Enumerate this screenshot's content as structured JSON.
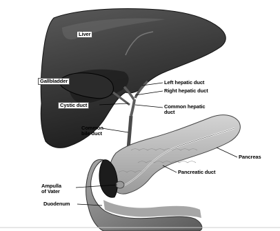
{
  "diagram": {
    "labels": {
      "liver": "Liver",
      "gallbladder": "Gallbladder",
      "left_hepatic_duct": "Left hepatic duct",
      "right_hepatic_duct": "Right hepatic duct",
      "cystic_duct": "Cystic duct",
      "common_hepatic_duct": "Common hepatic\nduct",
      "common_bile_duct": "Common\nbile duct",
      "pancreas": "Pancreas",
      "ampulla_of_vater": "Ampulla\nof Vater",
      "pancreatic_duct": "Pancreatic duct",
      "duodenum": "Duodenum"
    },
    "colors": {
      "liver_fill": "#3a3a3a",
      "liver_shade": "#1a1a1a",
      "gallbladder_fill": "#2b2b2b",
      "pancreas_fill": "#b8b8b8",
      "duodenum_fill": "#8a8a8a",
      "duct_fill": "#5c5c5c",
      "leader_line": "#000000"
    }
  }
}
